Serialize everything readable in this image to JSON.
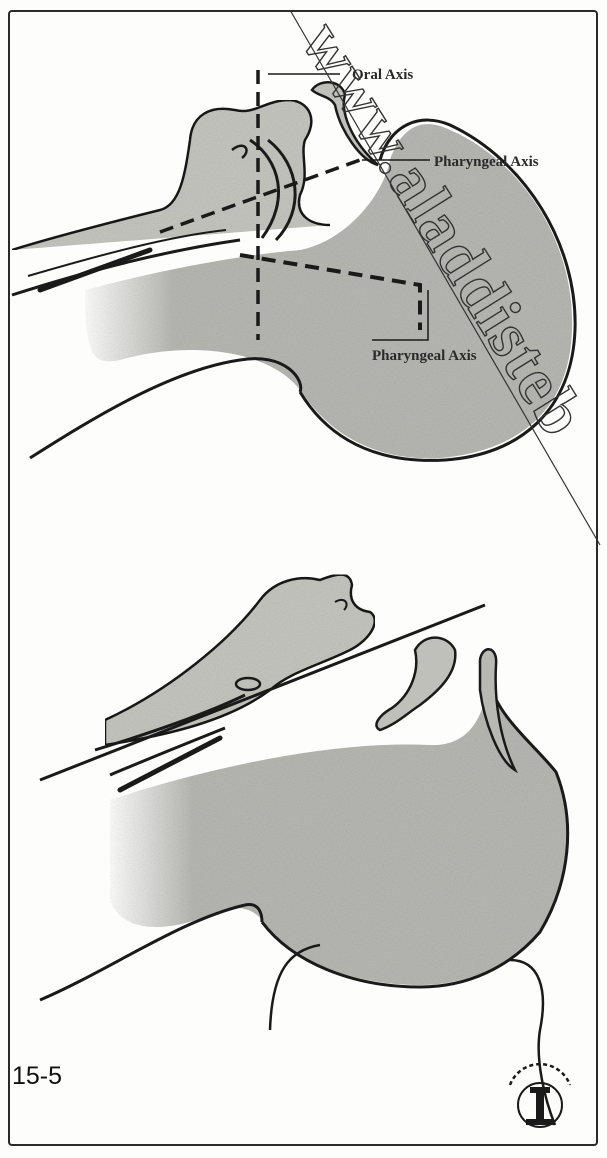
{
  "figure": {
    "number": "15-5",
    "watermark": "www.aladdisteb",
    "labels": {
      "oral_axis": "Oral Axis",
      "pharyngeal_axis_top": "Pharyngeal Axis",
      "pharyngeal_axis_bottom": "Pharyngeal Axis"
    }
  },
  "colors": {
    "ink": "#1a1a1a",
    "shading": "#b9b9b4",
    "shading_dark": "#a7a7a2",
    "background": "#fdfdfb"
  },
  "icons": {
    "logo": "publisher-logo-icon"
  }
}
